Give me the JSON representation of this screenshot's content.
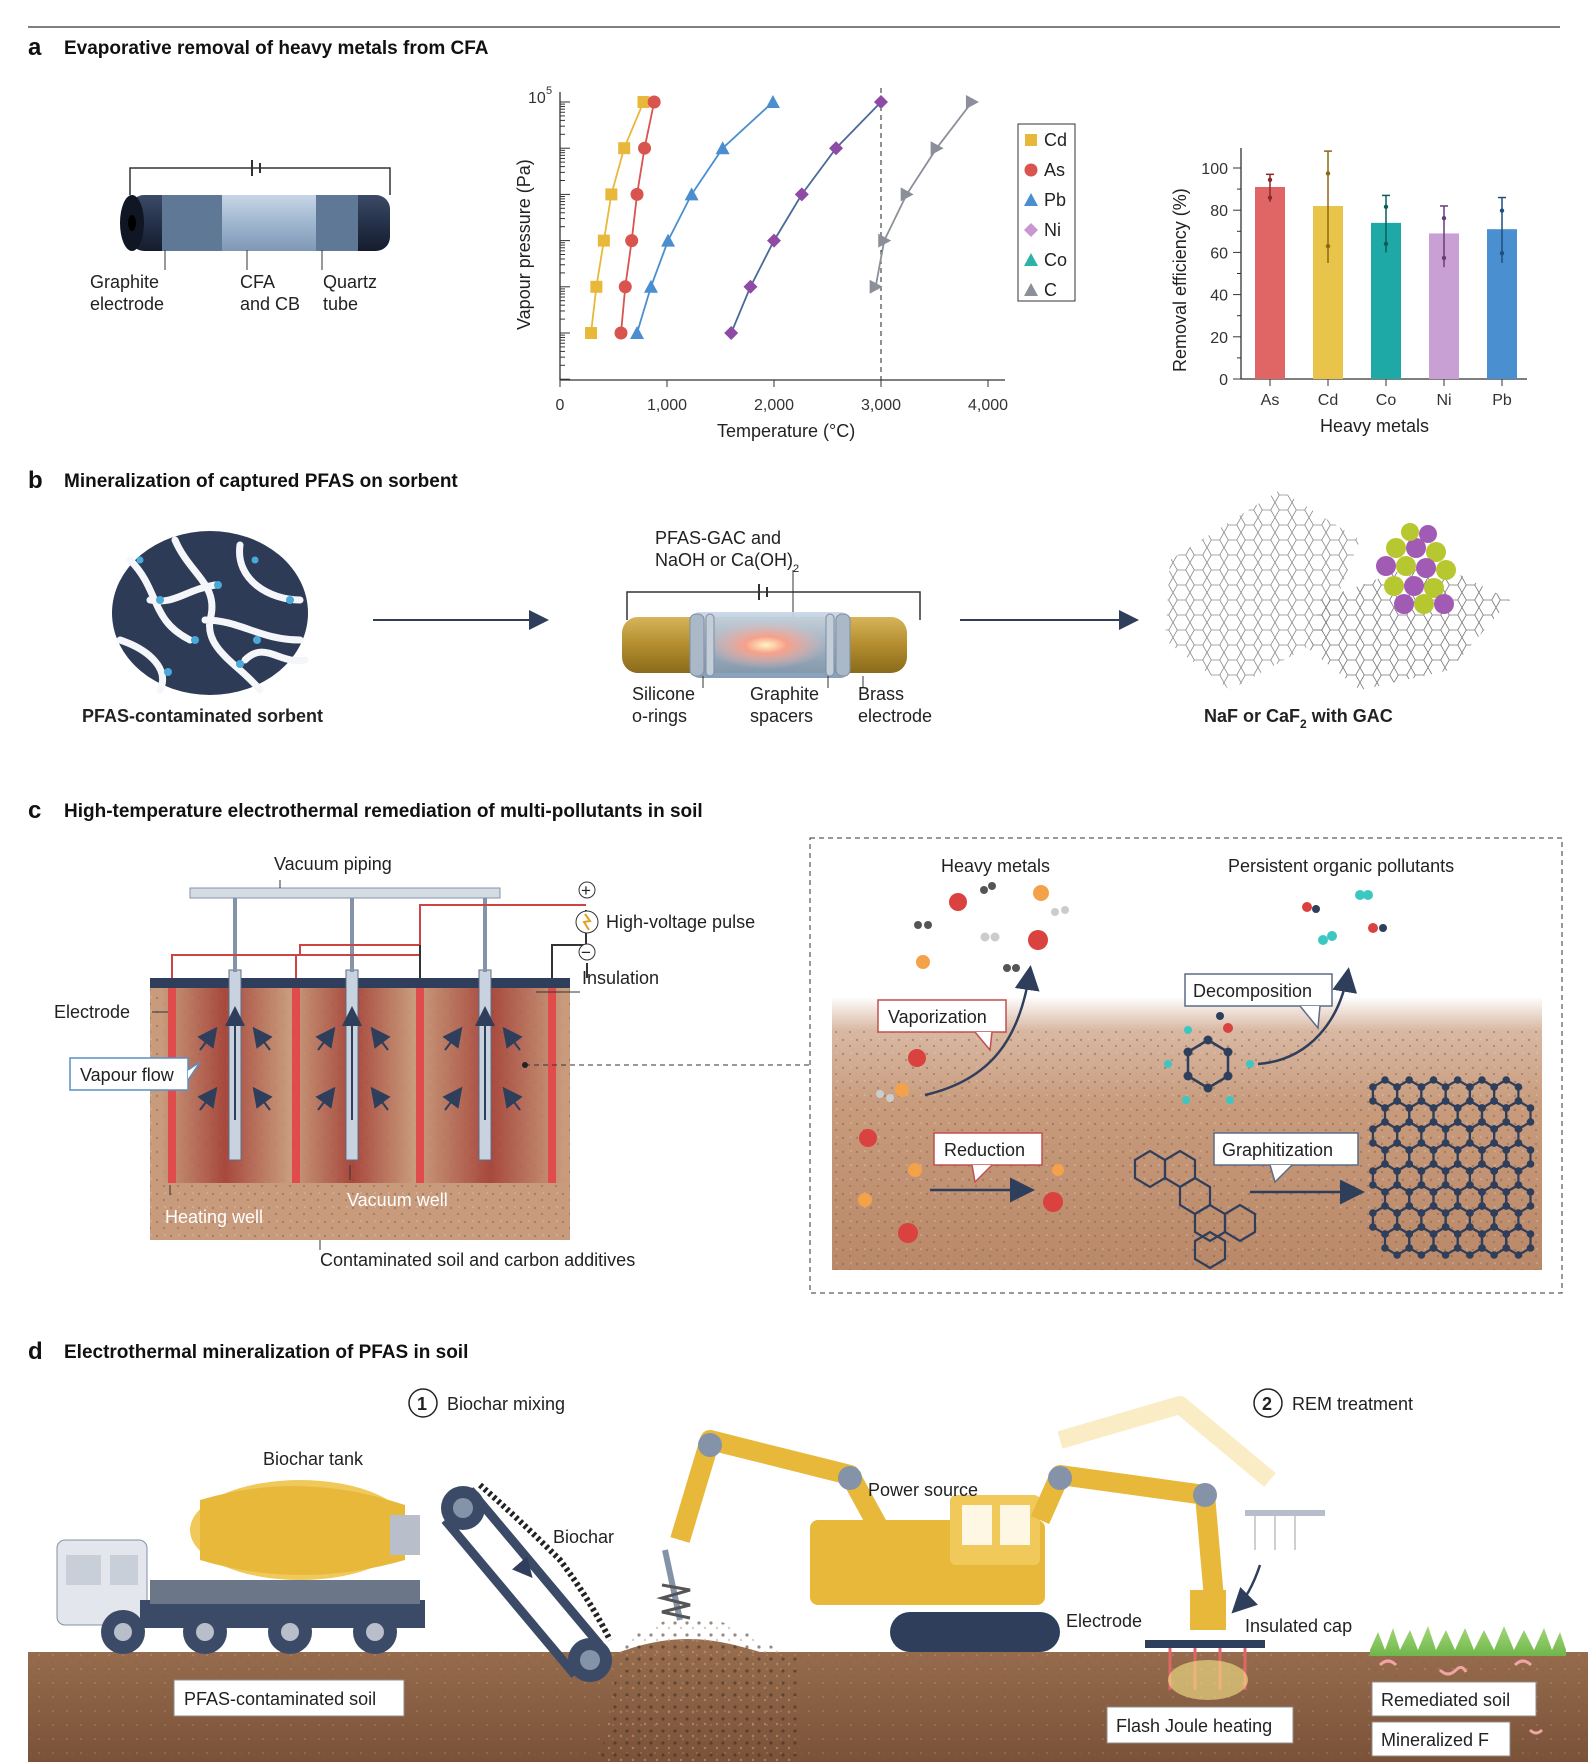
{
  "panel_a": {
    "letter": "a",
    "title": "Evaporative removal of heavy metals from CFA",
    "device_labels": {
      "electrode_1": "Graphite",
      "electrode_2": "electrode",
      "cfa_1": "CFA",
      "cfa_2": "and CB",
      "quartz_1": "Quartz",
      "quartz_2": "tube"
    }
  },
  "panel_b": {
    "letter": "b",
    "title": "Mineralization of captured PFAS on sorbent",
    "sorbent": "PFAS-contaminated sorbent",
    "feed_1": "PFAS-GAC and",
    "feed_2": "NaOH or Ca(OH)",
    "feed_sub": "2",
    "silicone_1": "Silicone",
    "silicone_2": "o-rings",
    "spacers_1": "Graphite",
    "spacers_2": "spacers",
    "brass_1": "Brass",
    "brass_2": "electrode",
    "product_pre": "NaF or CaF",
    "product_sub": "2",
    "product_post": " with GAC"
  },
  "panel_c": {
    "letter": "c",
    "title": "High-temperature electrothermal remediation of multi-pollutants in soil",
    "vacuum_piping": "Vacuum piping",
    "plus": "+",
    "minus": "−",
    "pulse": "High-voltage pulse",
    "insulation": "Insulation",
    "electrode": "Electrode",
    "vapour_flow": "Vapour flow",
    "heating_well": "Heating well",
    "vacuum_well": "Vacuum well",
    "soil": "Contaminated soil and carbon additives",
    "heavy_metals": "Heavy metals",
    "pops": "Persistent organic pollutants",
    "vaporization": "Vaporization",
    "decomposition": "Decomposition",
    "reduction": "Reduction",
    "graphitization": "Graphitization"
  },
  "panel_d": {
    "letter": "d",
    "title": "Electrothermal mineralization of PFAS in soil",
    "step1_num": "1",
    "step1": "Biochar mixing",
    "step2_num": "2",
    "step2": "REM treatment",
    "biochar_tank": "Biochar tank",
    "biochar": "Biochar",
    "power_source": "Power source",
    "electrode": "Electrode",
    "insulated_cap": "Insulated cap",
    "soil": "PFAS-contaminated soil",
    "flash": "Flash Joule heating",
    "remediated": "Remediated soil",
    "mineralized": "Mineralized F"
  },
  "chart_data": [
    {
      "type": "line",
      "xlabel": "Temperature (°C)",
      "ylabel": "Vapour pressure (Pa)",
      "xlim": [
        0,
        4000
      ],
      "x_ticks": [
        "0",
        "1,000",
        "2,000",
        "3,000",
        "4,000"
      ],
      "y_top_tick": "10",
      "y_top_tick_exp": "5",
      "y_scale": "log",
      "reference_line_x": 3000,
      "legend_position": "right",
      "series": [
        {
          "name": "Cd",
          "color": "#e8b83a",
          "marker": "square",
          "x": [
            290,
            340,
            410,
            480,
            600,
            780
          ],
          "y": [
            1,
            10,
            100,
            1000,
            10000,
            100000
          ]
        },
        {
          "name": "As",
          "color": "#d9534f",
          "marker": "circle",
          "x": [
            570,
            610,
            670,
            720,
            790,
            880
          ],
          "y": [
            1,
            10,
            100,
            1000,
            10000,
            100000
          ]
        },
        {
          "name": "Pb",
          "color": "#4a8ed0",
          "marker": "triangle",
          "x": [
            720,
            850,
            1010,
            1230,
            1520,
            1990
          ],
          "y": [
            1,
            10,
            100,
            1000,
            10000,
            100000
          ]
        },
        {
          "name": "Ni",
          "color": "#c897d0",
          "marker": "diamond",
          "x": [
            1600,
            1780,
            2000,
            2260,
            2580,
            3000
          ],
          "y": [
            1,
            10,
            100,
            1000,
            10000,
            100000
          ]
        },
        {
          "name": "Co",
          "color": "#2fb3a8",
          "marker": "triangle",
          "x": [
            1600,
            1780,
            2000,
            2260,
            2580,
            3000
          ],
          "y": [
            1,
            10,
            100,
            1000,
            10000,
            100000
          ]
        },
        {
          "name": "C",
          "color": "#8a8f99",
          "marker": "triangle-right",
          "x": [
            2950,
            3030,
            3240,
            3520,
            3850
          ],
          "y": [
            10,
            100,
            1000,
            10000,
            100000
          ]
        }
      ]
    },
    {
      "type": "bar",
      "xlabel": "Heavy metals",
      "ylabel": "Removal efficiency (%)",
      "ylim": [
        0,
        110
      ],
      "y_ticks": [
        "0",
        "20",
        "40",
        "60",
        "80",
        "100"
      ],
      "categories": [
        "As",
        "Cd",
        "Co",
        "Ni",
        "Pb"
      ],
      "values": [
        91,
        82,
        74,
        69,
        71
      ],
      "error": [
        [
          84,
          97
        ],
        [
          55,
          108
        ],
        [
          60,
          87
        ],
        [
          53,
          82
        ],
        [
          55,
          86
        ]
      ],
      "colors": [
        "#e06666",
        "#e8c44a",
        "#1fa9a6",
        "#c9a0d3",
        "#4a90d0"
      ]
    }
  ]
}
